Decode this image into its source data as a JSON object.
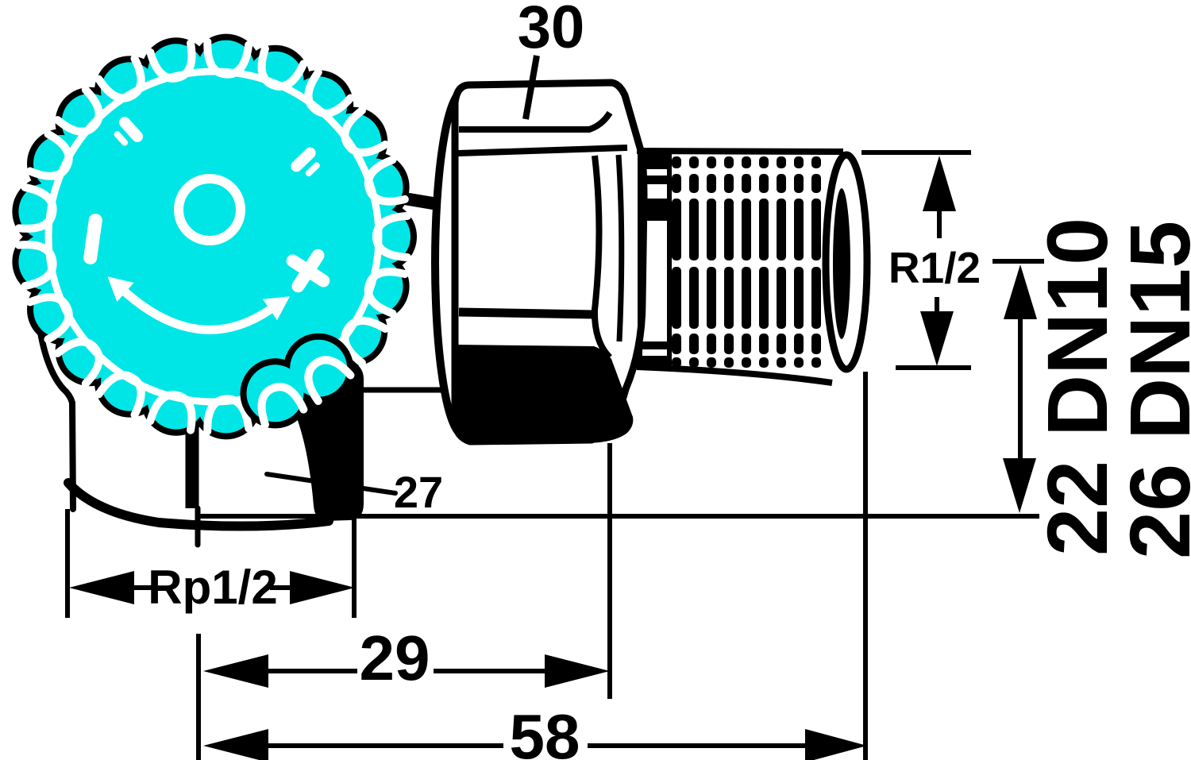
{
  "diagram": {
    "type": "technical-dimension-drawing",
    "subject": "thermostatic radiator valve, side view with dimensions",
    "colors": {
      "background": "#ffffff",
      "line": "#000000",
      "knob": "#00e6e6",
      "marking": "#ffffff"
    }
  },
  "labels": {
    "nut_flats": "30",
    "body_flats": "27",
    "tail_thread": "Rp1/2",
    "nut_length": "29",
    "total_length": "58",
    "outlet_thread": "R1/2",
    "center_height_dn10": "22 DN10",
    "center_height_dn15": "26 DN15"
  },
  "knob_markings": [
    "center-hub-icon",
    "tick-mark-icon",
    "tick-mark-icon",
    "minus-mark-icon",
    "plus-mark-icon",
    "rotate-arrow-icon"
  ]
}
